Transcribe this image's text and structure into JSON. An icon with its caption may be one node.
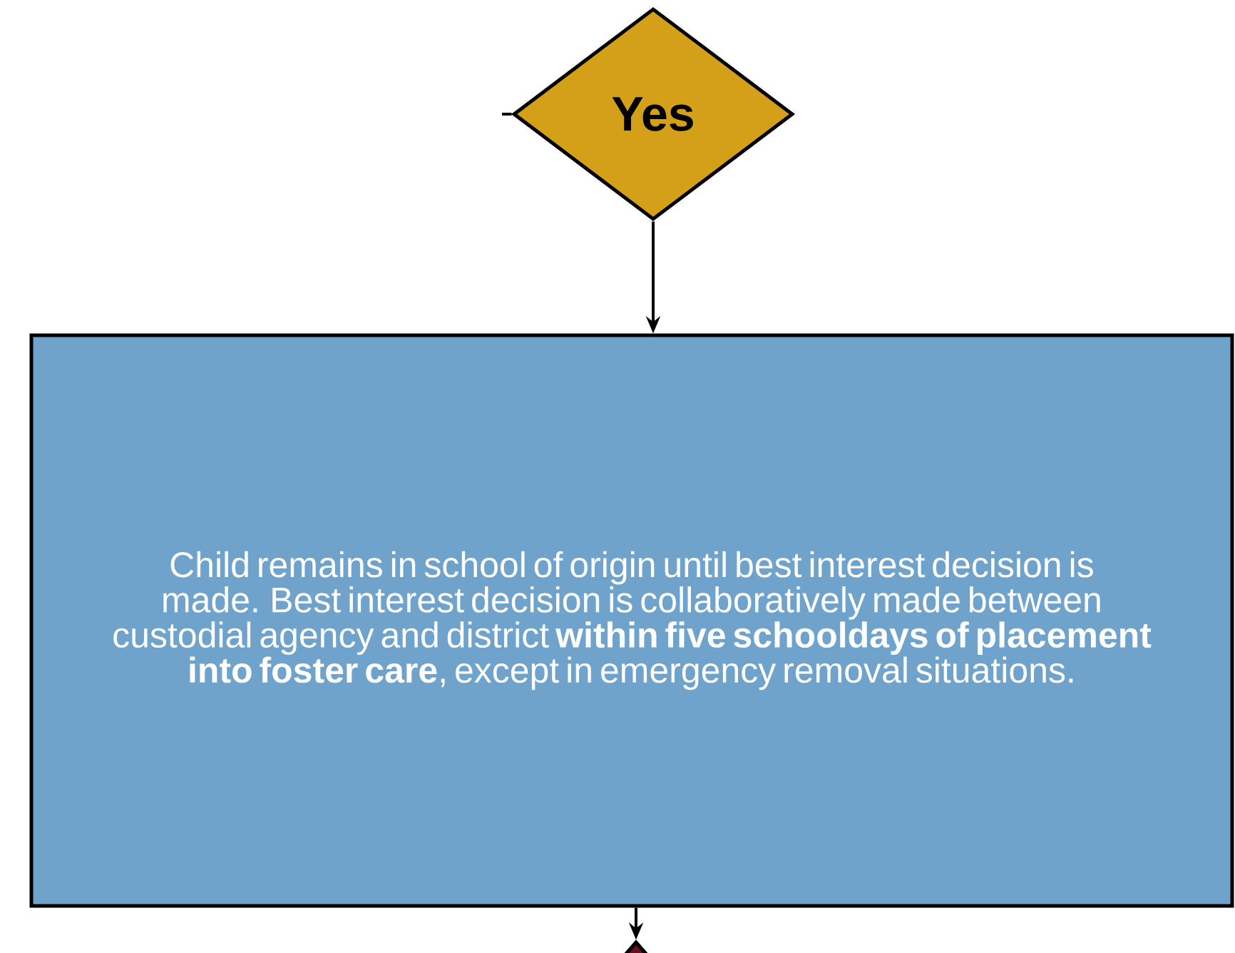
{
  "diagram": {
    "nodes": [
      {
        "text": [
          "Yes"
        ]
      },
      {
        "text": [
          "Child remains in school of origin until best interest decision is made. Best interest decision is collaboratively made between custodial agency and district **within five schooldays of placement into foster care**, except in emergency removal situations."
        ]
      },
      {
        "text": [],
        "shape": "diamond"
      }
    ],
    "edges": [
      {
        "from": null,
        "to": 0,
        "arrow": "none"
      },
      {
        "from": 0,
        "to": 1,
        "arrow": "to"
      },
      {
        "from": 1,
        "to": 2,
        "arrow": "to"
      }
    ]
  }
}
